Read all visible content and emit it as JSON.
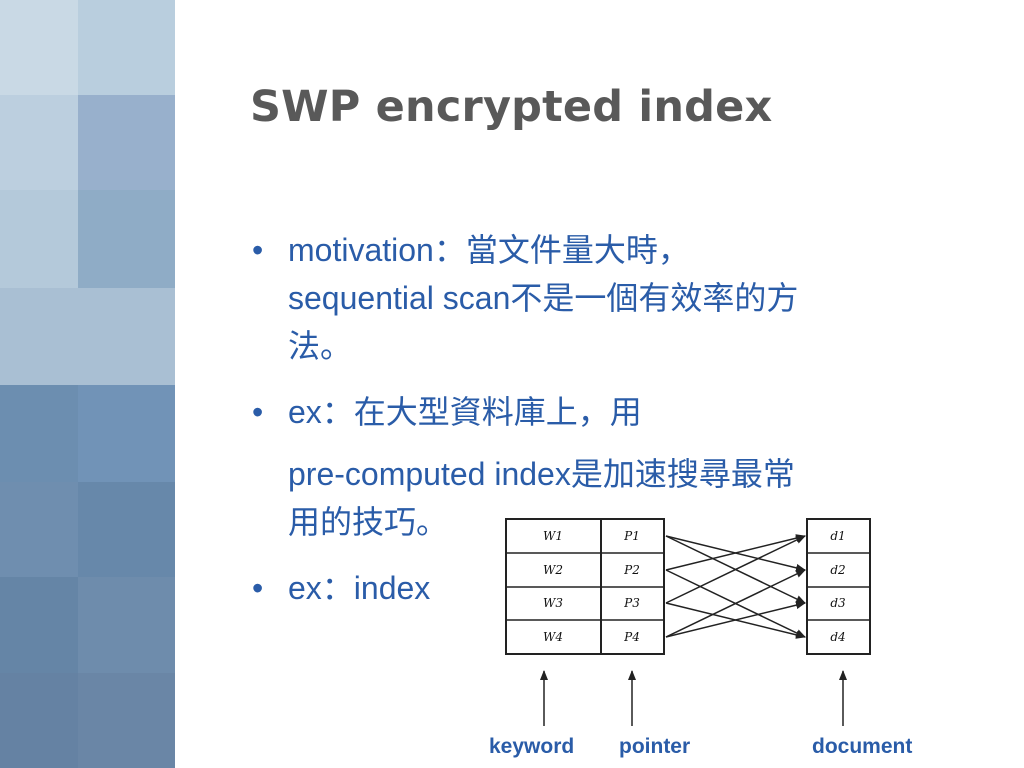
{
  "slide": {
    "title": "SWP encrypted index",
    "bullets": [
      {
        "lines": [
          "motivation：當文件量大時，",
          "sequential scan不是一個有效率的方",
          "法。"
        ]
      },
      {
        "lines": [
          "ex：在大型資料庫上，用",
          "pre-computed index是加速搜尋最常",
          "用的技巧。"
        ]
      },
      {
        "lines": [
          "ex：index"
        ]
      }
    ]
  },
  "diagram": {
    "keywords": [
      "W1",
      "W2",
      "W3",
      "W4"
    ],
    "pointers": [
      "P1",
      "P2",
      "P3",
      "P4"
    ],
    "documents": [
      "d1",
      "d2",
      "d3",
      "d4"
    ],
    "links": [
      [
        0,
        1
      ],
      [
        0,
        2
      ],
      [
        1,
        0
      ],
      [
        1,
        3
      ],
      [
        2,
        0
      ],
      [
        2,
        3
      ],
      [
        3,
        1
      ],
      [
        3,
        2
      ]
    ],
    "captions": {
      "keyword": "keyword",
      "pointer": "pointer",
      "document": "document"
    }
  },
  "colors": {
    "title": "#595959",
    "text": "#2a5ca8"
  }
}
